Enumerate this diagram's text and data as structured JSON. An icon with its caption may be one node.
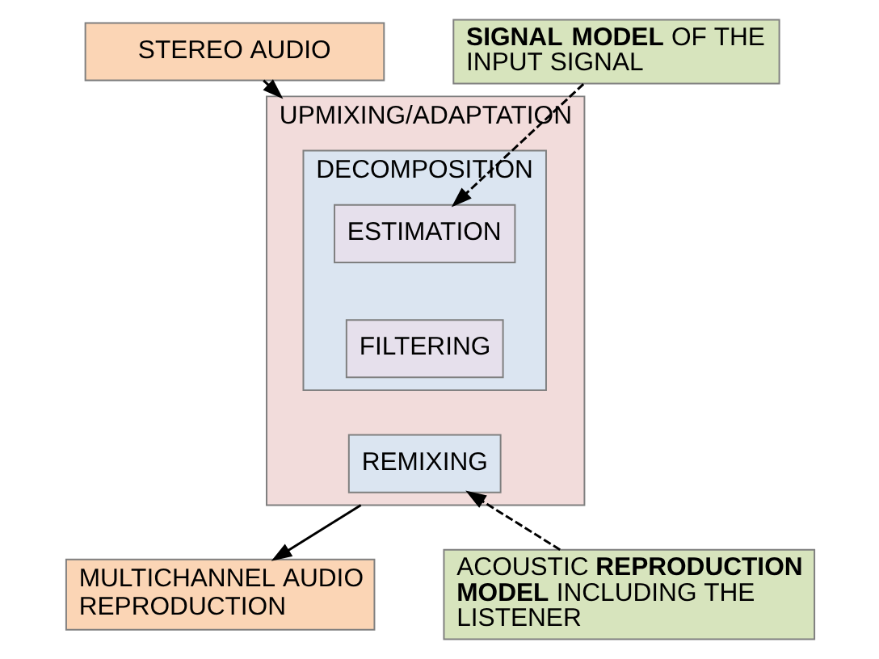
{
  "diagram": {
    "nodes": [
      {
        "text": [
          "STEREO AUDIO"
        ]
      },
      {
        "text": [
          "UPMIXING/ADAPTATION"
        ]
      },
      {
        "text": [
          "DECOMPOSITION"
        ],
        "in": 1
      },
      {
        "text": [
          "ESTIMATION"
        ],
        "in": 2
      },
      {
        "text": [
          "FILTERING"
        ],
        "in": 2
      },
      {
        "text": [
          "REMIXING"
        ],
        "in": 1
      },
      {
        "text": [
          "MULTICHANNEL AUDIO REPRODUCTION"
        ]
      },
      {
        "text": [
          "**SIGNAL MODEL** OF THE INPUT SIGNAL"
        ]
      },
      {
        "text": [
          "ACOUSTIC **REPRODUCTION MODEL** INCLUDING THE LISTENER"
        ]
      }
    ],
    "edges": [
      {
        "from": 0,
        "to": 1,
        "arrow": "to"
      },
      {
        "from": 1,
        "to": 6,
        "arrow": "to"
      },
      {
        "from": 7,
        "to": 3,
        "arrow": "to",
        "style": "dashed"
      },
      {
        "from": 8,
        "to": 5,
        "arrow": "to",
        "style": "dashed"
      }
    ]
  }
}
